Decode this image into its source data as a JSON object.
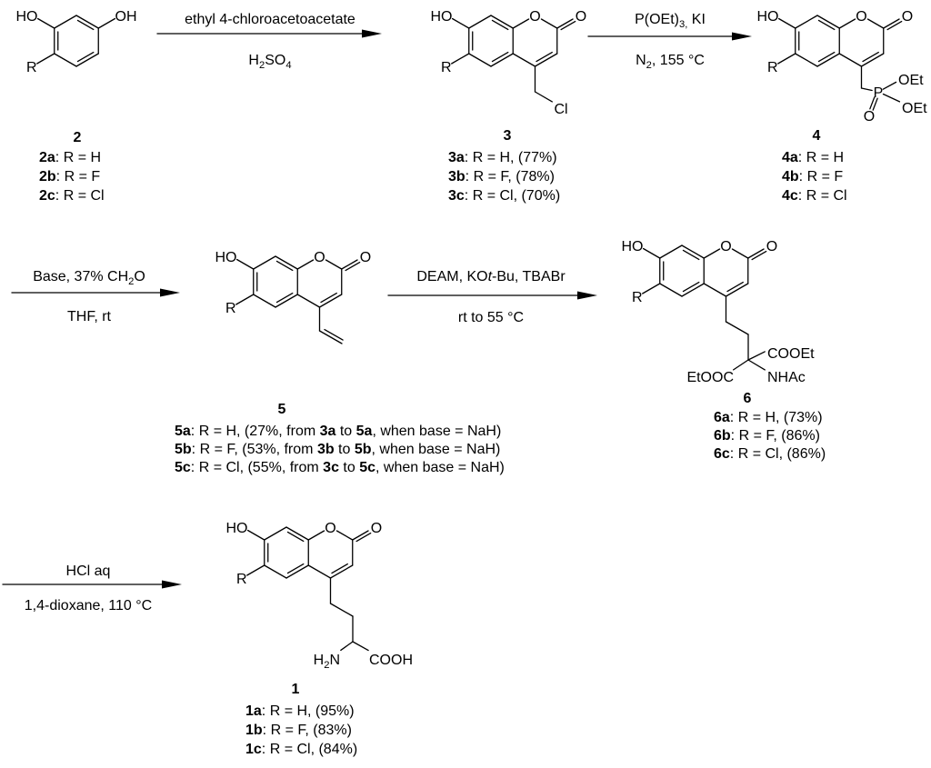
{
  "colors": {
    "ink": "#000000",
    "background": "#ffffff"
  },
  "reactions": [
    {
      "above": [
        [
          "ethyl 4-chloroacetoacetate",
          ""
        ]
      ],
      "below": [
        [
          "H",
          ""
        ],
        [
          "2",
          "sub"
        ],
        [
          "SO",
          ""
        ],
        [
          "4",
          "sub"
        ]
      ]
    },
    {
      "above": [
        [
          "P(OEt)",
          ""
        ],
        [
          "3,",
          "sub"
        ],
        [
          " KI",
          ""
        ]
      ],
      "below": [
        [
          "N",
          ""
        ],
        [
          "2",
          "sub"
        ],
        [
          ", 155 °C",
          ""
        ]
      ]
    },
    {
      "above": [
        [
          "Base, 37% CH",
          ""
        ],
        [
          "2",
          "sub"
        ],
        [
          "O",
          ""
        ]
      ],
      "below": [
        [
          "THF, rt",
          ""
        ]
      ]
    },
    {
      "above": [
        [
          "DEAM, KO",
          ""
        ],
        [
          "t",
          "i"
        ],
        [
          "-Bu, TBABr",
          ""
        ]
      ],
      "below": [
        [
          "rt to 55 °C",
          ""
        ]
      ]
    },
    {
      "above": [
        [
          "HCl aq",
          ""
        ]
      ],
      "below": [
        [
          "1,4-dioxane, 110 °C",
          ""
        ]
      ]
    }
  ],
  "compounds": {
    "c2": {
      "number": "2",
      "atoms": {
        "hydroxyl_left": "HO",
        "hydroxyl_right": "OH",
        "substituent": "R"
      },
      "variants": [
        [
          [
            "2a",
            "b"
          ],
          [
            ": R = H",
            ""
          ]
        ],
        [
          [
            "2b",
            "b"
          ],
          [
            ": R = F",
            ""
          ]
        ],
        [
          [
            "2c",
            "b"
          ],
          [
            ": R = Cl",
            ""
          ]
        ]
      ]
    },
    "c3": {
      "number": "3",
      "atoms": {
        "hydroxyl": "HO",
        "ring_o": "O",
        "carbonyl_o": "O",
        "substituent": "R",
        "chloro": "Cl"
      },
      "variants": [
        [
          [
            "3a",
            "b"
          ],
          [
            ": R = H, (77%)",
            ""
          ]
        ],
        [
          [
            "3b",
            "b"
          ],
          [
            ": R = F, (78%)",
            ""
          ]
        ],
        [
          [
            "3c",
            "b"
          ],
          [
            ": R = Cl, (70%)",
            ""
          ]
        ]
      ]
    },
    "c4": {
      "number": "4",
      "atoms": {
        "hydroxyl": "HO",
        "ring_o": "O",
        "carbonyl_o": "O",
        "substituent": "R",
        "phosphorus": "P",
        "ethoxy_1": "OEt",
        "ethoxy_2": "OEt",
        "phosphoryl_o": "O"
      },
      "variants": [
        [
          [
            "4a",
            "b"
          ],
          [
            ": R = H",
            ""
          ]
        ],
        [
          [
            "4b",
            "b"
          ],
          [
            ": R = F",
            ""
          ]
        ],
        [
          [
            "4c",
            "b"
          ],
          [
            ": R = Cl",
            ""
          ]
        ]
      ]
    },
    "c5": {
      "number": "5",
      "atoms": {
        "hydroxyl": "HO",
        "ring_o": "O",
        "carbonyl_o": "O",
        "substituent": "R"
      },
      "variants": [
        [
          [
            "5a",
            "b"
          ],
          [
            ": R = H, (27%, from ",
            ""
          ],
          [
            "3a",
            "b"
          ],
          [
            " to ",
            ""
          ],
          [
            "5a",
            "b"
          ],
          [
            ", when base = NaH)",
            ""
          ]
        ],
        [
          [
            "5b",
            "b"
          ],
          [
            ": R = F, (53%, from ",
            ""
          ],
          [
            "3b",
            "b"
          ],
          [
            " to ",
            ""
          ],
          [
            "5b",
            "b"
          ],
          [
            ", when base = NaH)",
            ""
          ]
        ],
        [
          [
            "5c",
            "b"
          ],
          [
            ": R = Cl, (55%, from ",
            ""
          ],
          [
            "3c",
            "b"
          ],
          [
            " to ",
            ""
          ],
          [
            "5c",
            "b"
          ],
          [
            ", when base = NaH)",
            ""
          ]
        ]
      ]
    },
    "c6": {
      "number": "6",
      "atoms": {
        "hydroxyl": "HO",
        "ring_o": "O",
        "carbonyl_o": "O",
        "substituent": "R",
        "ester_1": "COOEt",
        "ester_2": "EtOOC",
        "amide": "NHAc"
      },
      "variants": [
        [
          [
            "6a",
            "b"
          ],
          [
            ": R = H, (73%)",
            ""
          ]
        ],
        [
          [
            "6b",
            "b"
          ],
          [
            ": R = F, (86%)",
            ""
          ]
        ],
        [
          [
            "6c",
            "b"
          ],
          [
            ": R = Cl, (86%)",
            ""
          ]
        ]
      ]
    },
    "c1": {
      "number": "1",
      "atoms": {
        "hydroxyl": "HO",
        "ring_o": "O",
        "carbonyl_o": "O",
        "substituent": "R",
        "amine": [
          [
            "H",
            ""
          ],
          [
            "2",
            "sub"
          ],
          [
            "N",
            ""
          ]
        ],
        "acid": "COOH"
      },
      "variants": [
        [
          [
            "1a",
            "b"
          ],
          [
            ": R = H, (95%)",
            ""
          ]
        ],
        [
          [
            "1b",
            "b"
          ],
          [
            ": R = F, (83%)",
            ""
          ]
        ],
        [
          [
            "1c",
            "b"
          ],
          [
            ": R = Cl, (84%)",
            ""
          ]
        ]
      ]
    }
  }
}
